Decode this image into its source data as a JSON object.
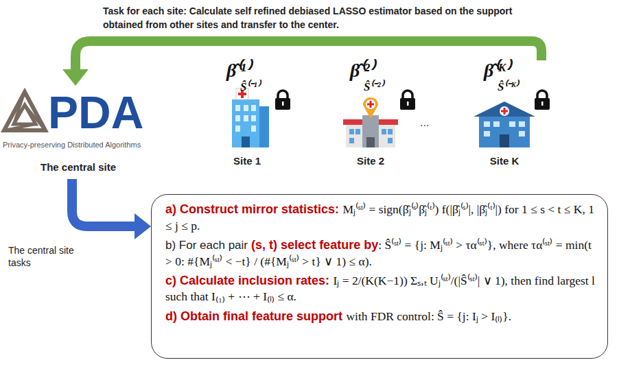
{
  "diagram": {
    "title": "Task for each site: Calculate self refined debiased LASSO estimator based on the support obtained from other sites and transfer to the center.",
    "nodes": [
      {
        "text": [
          "PDA",
          "Privacy-preserving Distributed Algorithms",
          "The central site"
        ]
      },
      {
        "text": [
          "β̂⁽¹⁾",
          "Ŝ⁽⁻¹⁾",
          "Site 1"
        ]
      },
      {
        "text": [
          "β̂⁽²⁾",
          "Ŝ⁽⁻²⁾",
          "Site 2"
        ]
      },
      {
        "text": [
          "β̂⁽ᴷ⁾",
          "Ŝ⁽⁻ᴷ⁾",
          "Site K"
        ]
      },
      {
        "text": [
          "a) Construct mirror statistics:",
          "Mⱼ⁽ˢᵗ⁾ = sign(β̂ⱼ⁽ˢ⁾β̂ⱼ⁽ᵗ⁾) f(|β̂ⱼ⁽ˢ⁾|, |β̂ⱼ⁽ᵗ⁾|) for 1 ≤ s < t ≤ K, 1 ≤ j ≤ p.",
          "b) For each pair",
          "(s, t) select feature by",
          ": Ŝ⁽ˢᵗ⁾ = {j: Mⱼ⁽ˢᵗ⁾ > τα⁽ˢᵗ⁾}, where τα⁽ˢᵗ⁾ = min(t > 0: #{Mⱼ⁽ˢᵗ⁾ < −t} / (#{Mⱼ⁽ˢᵗ⁾ > t} ∨ 1) ≤ α).",
          "c) Calculate inclusion rates:",
          "Iⱼ = 2/(K(K−1)) Σₛ,ₜ Uⱼ⁽ˢᵗ⁾/(|Ŝ⁽ˢᵗ⁾| ∨ 1), then find largest l such that I₍₁₎ + ⋯ + I₍ₗ₎ ≤ α.",
          "d) Obtain final feature support",
          "with FDR control: Ŝ = {j: Iⱼ > I₍ₗ₎}."
        ]
      }
    ],
    "edges": [
      {
        "from": 3,
        "to": 0,
        "arrow": "to"
      },
      {
        "from": 0,
        "to": 4,
        "arrow": "to",
        "label": "The central site tasks"
      }
    ],
    "labels": [
      "..."
    ]
  }
}
